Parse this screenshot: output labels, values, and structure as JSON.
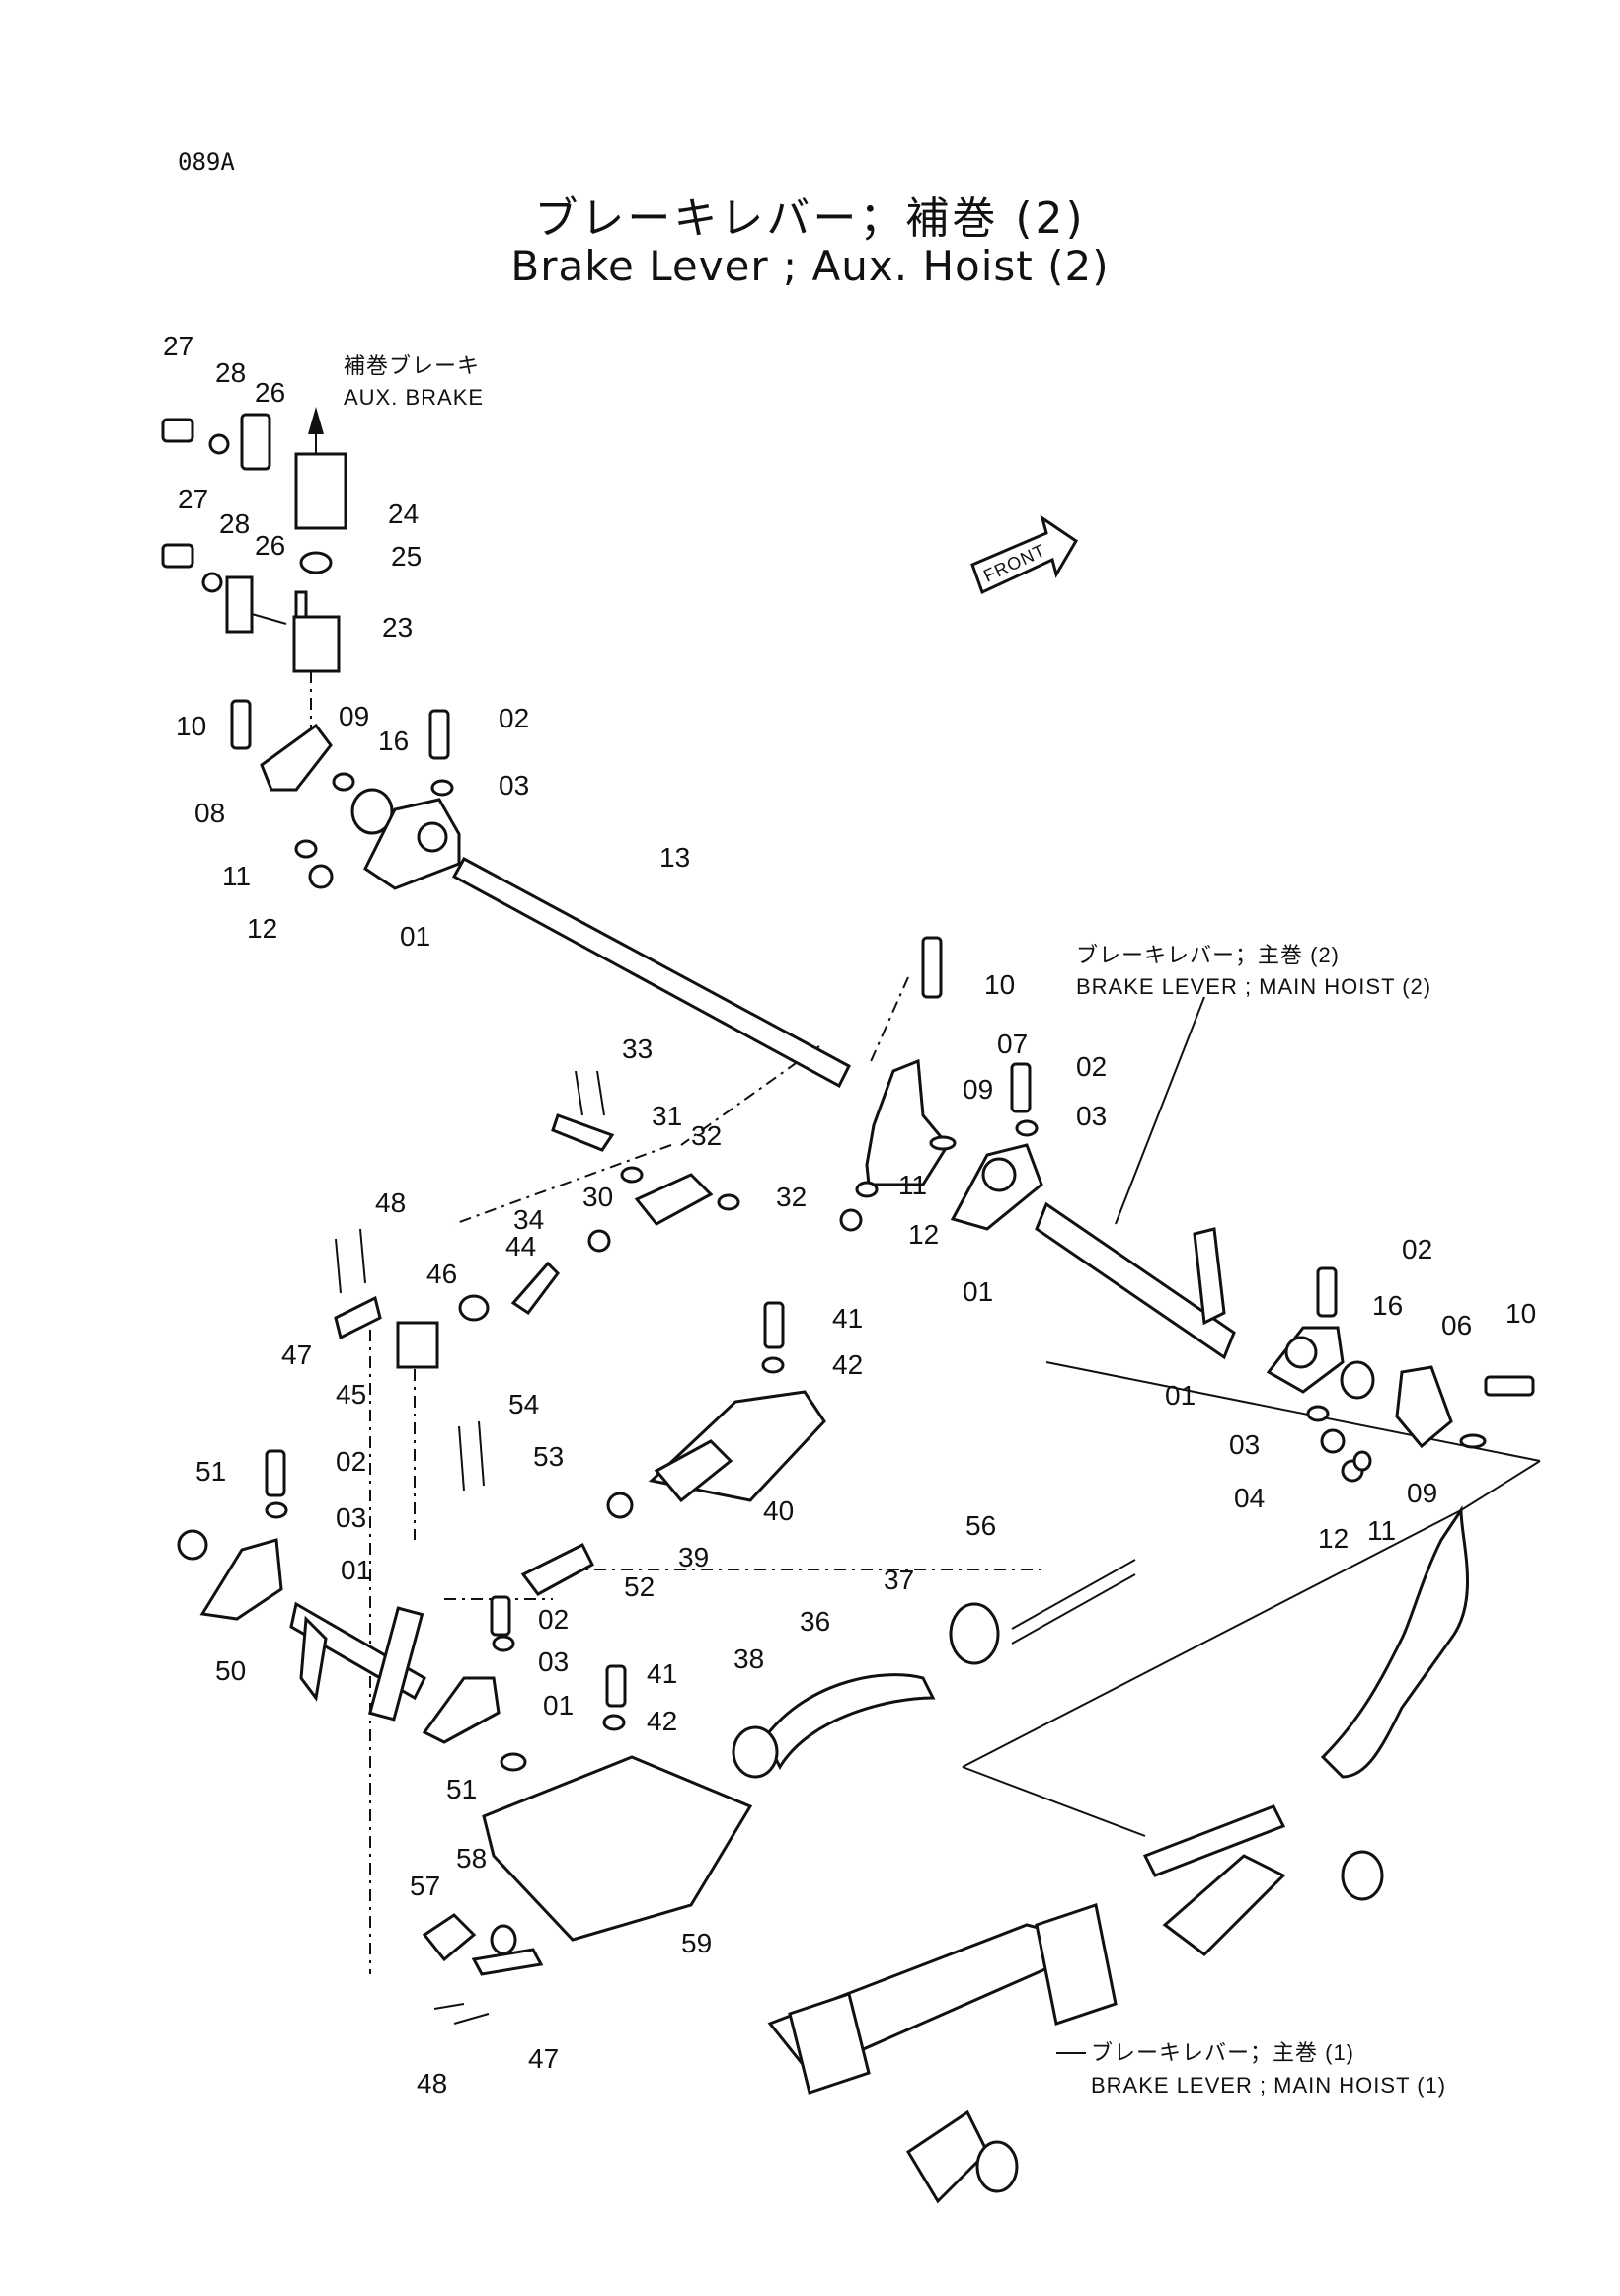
{
  "page_code": "089A",
  "title": {
    "jp": "ブレーキレバー；補巻 (2)",
    "en": "Brake Lever ; Aux. Hoist (2)"
  },
  "notes": {
    "aux_brake_jp": "補巻ブレーキ",
    "aux_brake_en": "AUX. BRAKE",
    "main_hoist_2_jp": "ブレーキレバー；主巻 (2)",
    "main_hoist_2_en": "BRAKE LEVER ; MAIN HOIST (2)",
    "main_hoist_1_jp": "ブレーキレバー；主巻 (1)",
    "main_hoist_1_en": "BRAKE LEVER ; MAIN HOIST (1)",
    "front": "FRONT"
  },
  "callouts": [
    "27",
    "28",
    "26",
    "24",
    "27",
    "28",
    "26",
    "25",
    "23",
    "10",
    "09",
    "02",
    "16",
    "03",
    "08",
    "11",
    "12",
    "01",
    "13",
    "10",
    "07",
    "02",
    "09",
    "03",
    "33",
    "31",
    "32",
    "30",
    "32",
    "11",
    "12",
    "01",
    "34",
    "48",
    "44",
    "46",
    "47",
    "45",
    "41",
    "42",
    "02",
    "16",
    "06",
    "10",
    "01",
    "03",
    "04",
    "09",
    "12",
    "11",
    "54",
    "53",
    "51",
    "02",
    "03",
    "01",
    "52",
    "39",
    "40",
    "56",
    "37",
    "36",
    "38",
    "02",
    "03",
    "50",
    "01",
    "41",
    "42",
    "51",
    "58",
    "57",
    "59",
    "48",
    "47"
  ]
}
